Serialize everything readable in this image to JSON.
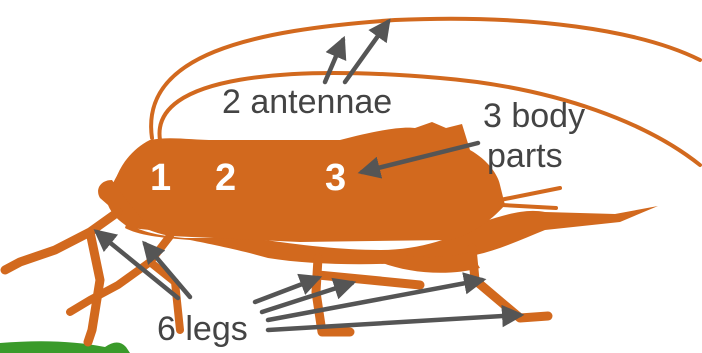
{
  "labels": {
    "antennae": "2 antennae",
    "body_parts_line1": "3 body",
    "body_parts_line2": "parts",
    "legs": "6 legs"
  },
  "segment_numbers": [
    "1",
    "2",
    "3"
  ],
  "colors": {
    "insect": "#d2691e",
    "number_text": "#ffffff",
    "label_text": "#444444",
    "arrow": "#555555",
    "plant": "#3a9a2a"
  }
}
